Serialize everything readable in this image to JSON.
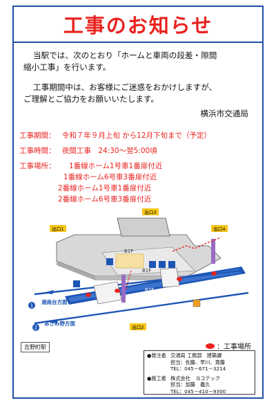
{
  "title": "工事のお知らせ",
  "paragraph1": [
    "当駅では、次のとおり「ホームと車両の段差・隙間",
    "縮小工事」を行います。"
  ],
  "paragraph2": [
    "工事期間中は、お客様にご迷惑をおかけしますが、",
    "ご理解とご協力をお願いいたします。"
  ],
  "organization": "横浜市交通局",
  "schedule": {
    "period_label": "工事期間：",
    "period_value": "令和７年９月上旬 から12月下旬まで（予定）",
    "time_label": "工事時間：",
    "time_value": "夜間工事　24:30～翌5:00頃",
    "location_label": "工事場所：",
    "locations": [
      "1番線ホーム1号車1番扉付近",
      "1番線ホーム6号車3番扉付近",
      "2番線ホーム1号車1番扉付近",
      "2番線ホーム6号車3番扉付近"
    ]
  },
  "map": {
    "exit1": "出口1",
    "exit2": "出口2",
    "exit3": "出口3",
    "exit4": "出口4",
    "floor_b1f_a": "B1F",
    "floor_b1f_b": "B1F",
    "floor_b2f": "B2F",
    "track1": "1",
    "track2": "2",
    "dir_shonandai": "湘南台方面",
    "dir_azamino": "あざみ野方面",
    "station_label": "吉野町駅"
  },
  "legend_label": "：工事場所",
  "contact": {
    "client_label": "●発注者",
    "client_org": "交通局 工務部　建築課",
    "client_person": "担当：佐藤、早川、斎藤",
    "client_tel": "TEL：045－671－3214",
    "contractor_label": "●施工者",
    "contractor_org": "株式会社　ヨコテック",
    "contractor_person": "担当：加藤　義久",
    "contractor_tel": "TEL：045－410－9300"
  },
  "colors": {
    "accent_red": "#e8231f",
    "frame_blue": "#1f4fa8",
    "track_blue": "#1d55b5",
    "exit_yellow": "#f5c518"
  }
}
